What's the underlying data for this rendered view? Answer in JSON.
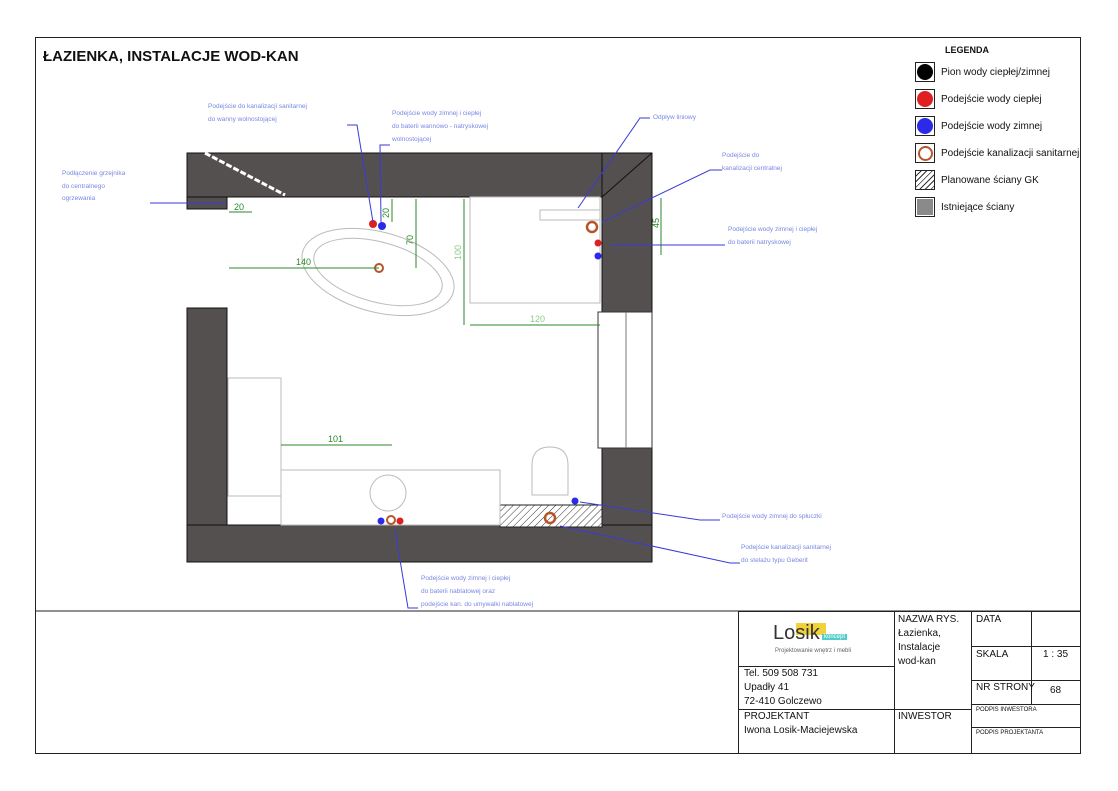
{
  "title": "ŁAZIENKA, INSTALACJE WOD-KAN",
  "legend": {
    "heading": "LEGENDA",
    "items": [
      {
        "label": "Pion wody ciepłej/zimnej",
        "color": "#000000",
        "kind": "dot"
      },
      {
        "label": "Podejście wody ciepłej",
        "color": "#e02020",
        "kind": "dot"
      },
      {
        "label": "Podejście wody zimnej",
        "color": "#2a2ae8",
        "kind": "dot"
      },
      {
        "label": "Podejście kanalizacji sanitarnej",
        "color": "#b5552a",
        "kind": "ring"
      },
      {
        "label": "Planowane ściany GK",
        "kind": "hatch"
      },
      {
        "label": "Istniejące ściany",
        "color": "#8a8a8a",
        "kind": "fill"
      }
    ]
  },
  "notes": {
    "radiator": [
      "Podłączenie grzejnika",
      "do centralnego",
      "ogrzewania"
    ],
    "bath_drain": [
      "Podejście do kanalizacji sanitarnej",
      "do wanny wolnostojącej"
    ],
    "bath_water": [
      "Podejście wody zimnej i ciepłej",
      "do baterii wannowo - natryskowej",
      "wolnostojącej"
    ],
    "linear_drain": [
      "Odpływ liniowy"
    ],
    "central_drain": [
      "Podejście do",
      "kanalizacji centralnej"
    ],
    "shower_water": [
      "Podejście wody zimnej i ciepłej",
      "do baterii natryskowej"
    ],
    "flush_water": [
      "Podejście wody zimnej do spłuczki"
    ],
    "geberit": [
      "Podejście kanalizacji sanitarnej",
      "do stelażu typu Geberit"
    ],
    "sink": [
      "Podejście wody zimnej i ciepłej",
      "do baterii nablatowej oraz",
      "podejście kan. do umywalki nablatowej"
    ]
  },
  "dimensions": {
    "d20a": "20",
    "d20b": "20",
    "d70": "70",
    "d140": "140",
    "d100": "100",
    "d120": "120",
    "d45": "45",
    "d101": "101"
  },
  "titleblock": {
    "logo": "Losik",
    "logo_sub": "koncept",
    "logo_tag": "Projektowanie wnętrz i mebli",
    "tel": "Tel.  509 508 731",
    "addr1": "Upadły 41",
    "addr2": "72-410 Golczewo",
    "projektant_label": "PROJEKTANT",
    "projektant": "Iwona Losik-Maciejewska",
    "nazwa_label": "NAZWA RYS.",
    "nazwa": [
      "Łazienka,",
      "Instalacje",
      "wod-kan"
    ],
    "inwestor_label": "INWESTOR",
    "data_label": "DATA",
    "skala_label": "SKALA",
    "skala": "1 : 35",
    "nr_label": "NR STRONY",
    "nr": "68",
    "podpis_inw": "PODPIS INWESTORA",
    "podpis_proj": "PODPIS PROJEKTANTA"
  }
}
